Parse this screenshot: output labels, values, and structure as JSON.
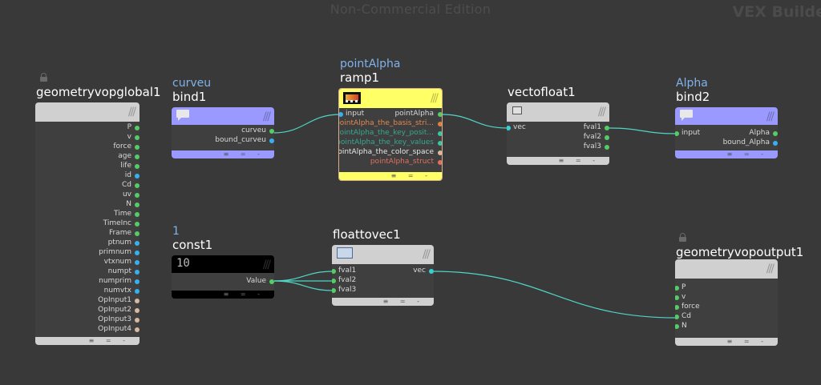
{
  "title": "Non-Commercial Edition",
  "brand": "VEX Builde",
  "colors": {
    "background": "#393939",
    "wire": "#4fd6c6",
    "port_float": "#55cc66",
    "port_int": "#38b0f0",
    "port_vector": "#36d0d0",
    "port_geo": "#d8b8a0",
    "port_string": "#e07060",
    "ramp_header": "#ffff66",
    "bind_header": "#9999ff",
    "default_header": "#d0d0d0",
    "const_header": "#000000"
  },
  "nodes": {
    "geometryvopglobal1": {
      "name": "geometryvopglobal1",
      "outputs": [
        "P",
        "v",
        "force",
        "age",
        "life",
        "id",
        "Cd",
        "uv",
        "N",
        "Time",
        "TimeInc",
        "Frame",
        "ptnum",
        "primnum",
        "vtxnum",
        "numpt",
        "numprim",
        "numvtx",
        "OpInput1",
        "OpInput2",
        "OpInput3",
        "OpInput4"
      ],
      "output_colors": [
        "#55cc66",
        "#55cc66",
        "#55cc66",
        "#55cc66",
        "#55cc66",
        "#38b0f0",
        "#55cc66",
        "#55cc66",
        "#55cc66",
        "#55cc66",
        "#55cc66",
        "#55cc66",
        "#38b0f0",
        "#38b0f0",
        "#38b0f0",
        "#38b0f0",
        "#38b0f0",
        "#38b0f0",
        "#d8b8a0",
        "#d8b8a0",
        "#d8b8a0",
        "#d8b8a0"
      ]
    },
    "bind1": {
      "label": "curveu",
      "name": "bind1",
      "outputs": [
        "curveu",
        "bound_curveu"
      ],
      "output_colors": [
        "#55cc66",
        "#38b0f0"
      ]
    },
    "ramp1": {
      "label": "pointAlpha",
      "name": "ramp1",
      "input": "input",
      "outputs": [
        "pointAlpha",
        "pointAlpha_the_basis_stri...",
        "pointAlpha_the_key_posit...",
        "pointAlpha_the_key_values",
        "pointAlpha_the_color_space",
        "pointAlpha_struct"
      ],
      "output_colors": [
        "#55cc66",
        "#e08040",
        "#36c8a0",
        "#36c8a0",
        "#d8b8a0",
        "#e07060"
      ]
    },
    "vectofloat1": {
      "name": "vectofloat1",
      "input": "vec",
      "outputs": [
        "fval1",
        "fval2",
        "fval3"
      ]
    },
    "bind2": {
      "label": "Alpha",
      "name": "bind2",
      "input": "input",
      "outputs": [
        "Alpha",
        "bound_Alpha"
      ],
      "output_colors": [
        "#55cc66",
        "#38b0f0"
      ]
    },
    "const1": {
      "label": "1",
      "name": "const1",
      "icon_text": "10",
      "outputs": [
        "Value"
      ]
    },
    "floattovec1": {
      "name": "floattovec1",
      "inputs": [
        "fval1",
        "fval2",
        "fval3"
      ],
      "output": "vec"
    },
    "geometryvopoutput1": {
      "name": "geometryvopoutput1",
      "inputs": [
        "P",
        "v",
        "force",
        "Cd",
        "N"
      ]
    }
  },
  "footer_glyphs": "≡ = -"
}
